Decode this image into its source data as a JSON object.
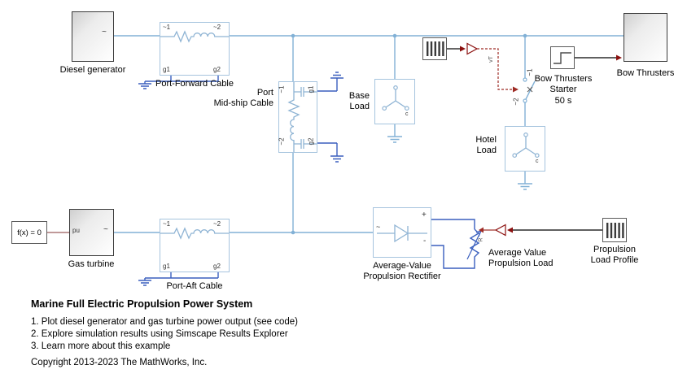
{
  "colors": {
    "ac_wire": "#82b1d6",
    "dc_wire": "#3a5fbe",
    "signal": "#000000",
    "port_arrow": "#8b0f0e",
    "control_dashed": "#9e2b25",
    "block_border_blue": "#a6c4de"
  },
  "blocks": {
    "diesel_generator": {
      "label": "Diesel generator",
      "port_ac": "~"
    },
    "gas_turbine": {
      "label": "Gas turbine",
      "port_pu": "pu",
      "port_ac": "~"
    },
    "bow_thrusters": {
      "label": "Bow Thrusters"
    },
    "bow_thrusters_starter": {
      "label": "Bow Thrusters\nStarter",
      "param": "50 s"
    },
    "solver": {
      "text": "f(x) = 0"
    },
    "port_forward_cable": {
      "label": "Port-Forward Cable",
      "p_t1": "~1",
      "p_t2": "~2",
      "p_g1": "g1",
      "p_g2": "g2"
    },
    "port_aft_cable": {
      "label": "Port-Aft Cable",
      "p_t1": "~1",
      "p_t2": "~2",
      "p_g1": "g1",
      "p_g2": "g2"
    },
    "port_midship_cable": {
      "label": "Port\nMid-ship Cable",
      "p_t1": "~1",
      "p_t2": "~2",
      "p_g1": "g1",
      "p_g2": "g2"
    },
    "base_load": {
      "label": "Base\nLoad",
      "p_c": "c"
    },
    "hotel_load": {
      "label": "Hotel\nLoad",
      "p_c": "c"
    },
    "breaker_switch": {
      "p_t1": "~1",
      "p_t2": "~2",
      "p_vt": "vT"
    },
    "rectifier": {
      "label": "Average-Value\nPropulsion Rectifier",
      "p_ac": "~",
      "p_plus": "+",
      "p_minus": "-"
    },
    "propulsion_load": {
      "label": "Average Value\nPropulsion Load",
      "p_r": "R"
    },
    "propulsion_load_profile": {
      "label": "Propulsion\nLoad Profile"
    }
  },
  "notes": {
    "title": "Marine Full Electric Propulsion Power System",
    "items": [
      "1. Plot diesel generator and gas turbine power output (see code)",
      "2. Explore simulation results using Simscape Results Explorer",
      "3. Learn more about this example"
    ],
    "copyright": "Copyright 2013-2023 The MathWorks, Inc."
  }
}
